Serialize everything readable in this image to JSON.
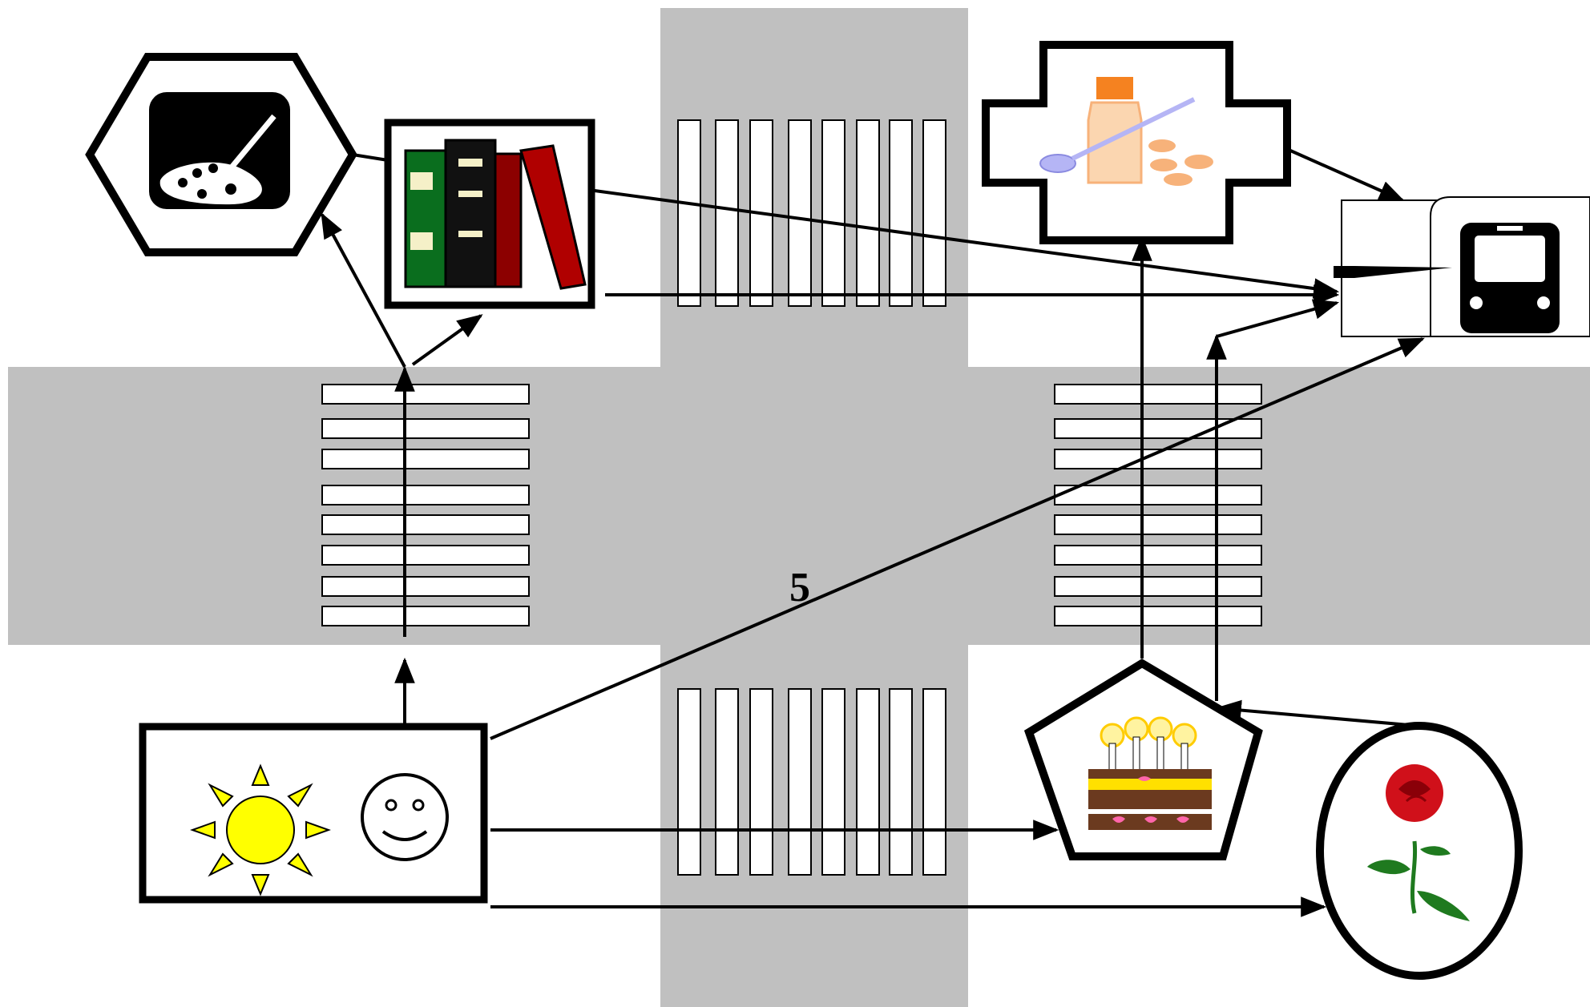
{
  "diagram": {
    "colors": {
      "road": "#c0c0c0",
      "stripe": "#ffffff",
      "outline": "#000000",
      "sun": "#ffff00",
      "book_green": "#0a6e1e",
      "book_red": "#b00000",
      "pill_orange": "#f7b27a",
      "spoon": "#b5b5f5",
      "cake_brown": "#6b3a1f",
      "cake_yellow": "#ffe000",
      "heart_pink": "#ff66aa",
      "rose_red": "#d0101a",
      "leaf_green": "#1f7a1f"
    },
    "nodes": [
      {
        "id": "start",
        "icons": [
          "sun-icon",
          "smiley-face-icon"
        ]
      },
      {
        "id": "art",
        "icons": [
          "paint-palette-icon"
        ]
      },
      {
        "id": "library",
        "icons": [
          "books-icon"
        ]
      },
      {
        "id": "pharmacy",
        "icons": [
          "medicine-icon"
        ]
      },
      {
        "id": "bus-stop",
        "icons": [
          "bus-icon"
        ]
      },
      {
        "id": "bakery",
        "icons": [
          "birthday-cake-icon"
        ]
      },
      {
        "id": "florist",
        "icons": [
          "rose-icon"
        ]
      }
    ],
    "edge_labels": {
      "start_to_bus": "5"
    }
  }
}
